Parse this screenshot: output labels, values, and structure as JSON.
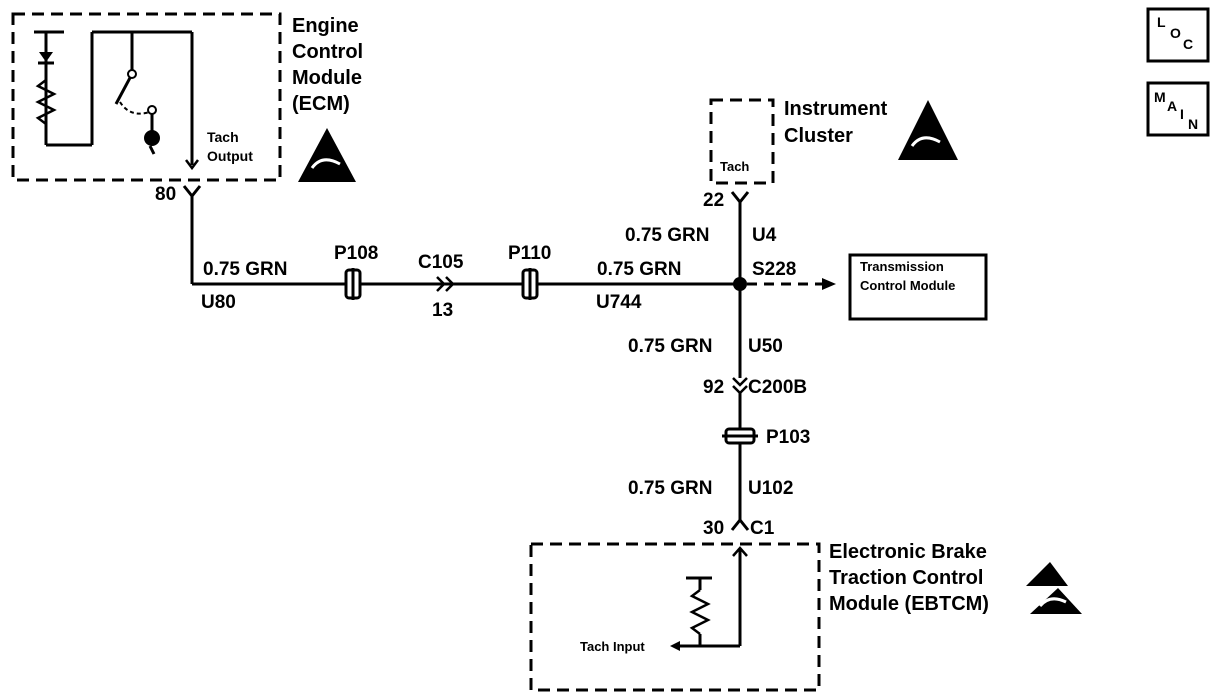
{
  "ecm": {
    "line1": "Engine",
    "line2": "Control",
    "line3": "Module",
    "line4": "(ECM)",
    "tach_output_1": "Tach",
    "tach_output_2": "Output",
    "pin": "80"
  },
  "instrument_cluster": {
    "line1": "Instrument",
    "line2": "Cluster",
    "tach": "Tach",
    "pin": "22"
  },
  "ebtcm": {
    "line1": "Electronic Brake",
    "line2": "Traction Control",
    "line3": "Module (EBTCM)",
    "tach_input": "Tach Input",
    "pin": "30",
    "connector": "C1"
  },
  "tcm": {
    "line1": "Transmission",
    "line2": "Control Module"
  },
  "wires": {
    "u80_color": "0.75 GRN",
    "u80_id": "U80",
    "u744_color": "0.75 GRN",
    "u744_id": "U744",
    "u4_color": "0.75 GRN",
    "u4_id": "U4",
    "u50_color": "0.75 GRN",
    "u50_id": "U50",
    "u102_color": "0.75 GRN",
    "u102_id": "U102"
  },
  "connectors": {
    "p108": "P108",
    "p110": "P110",
    "p103": "P103",
    "c105": "C105",
    "c105_pin": "13",
    "c200b": "C200B",
    "c200b_pin": "92",
    "s228": "S228"
  },
  "nav": {
    "loc": {
      "l": "L",
      "o": "O",
      "c": "C"
    },
    "main": {
      "m": "M",
      "a": "A",
      "i": "I",
      "n": "N"
    }
  }
}
